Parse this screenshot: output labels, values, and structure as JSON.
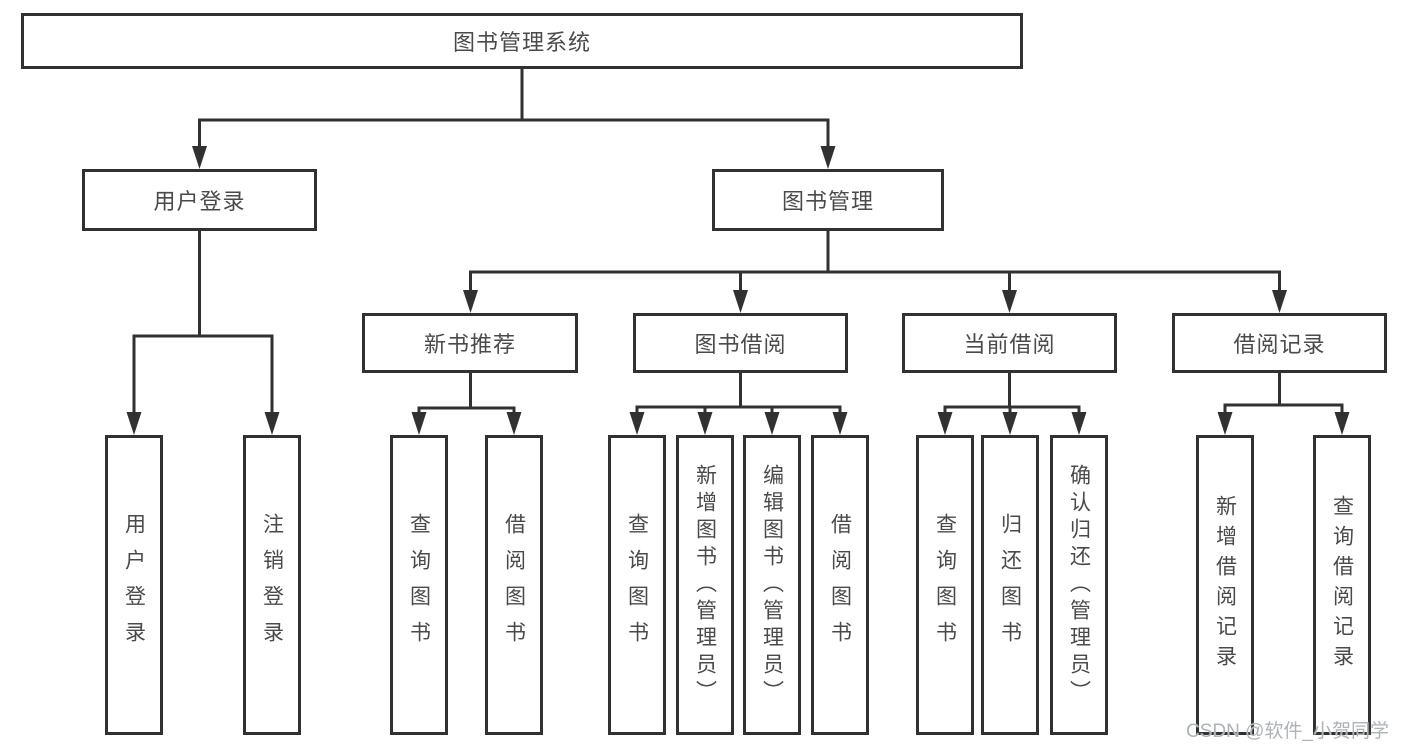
{
  "diagram": {
    "root": {
      "label": "图书管理系统"
    },
    "level2": [
      {
        "id": "user-login",
        "label": "用户登录"
      },
      {
        "id": "book-management",
        "label": "图书管理"
      }
    ],
    "level3": [
      {
        "id": "new-book-recommend",
        "label": "新书推荐",
        "parent": "图书管理"
      },
      {
        "id": "book-borrowing",
        "label": "图书借阅",
        "parent": "图书管理"
      },
      {
        "id": "current-borrowing",
        "label": "当前借阅",
        "parent": "图书管理"
      },
      {
        "id": "borrowing-records",
        "label": "借阅记录",
        "parent": "图书管理"
      }
    ],
    "leaves": [
      {
        "label": "用户登录",
        "parent": "用户登录"
      },
      {
        "label": "注销登录",
        "parent": "用户登录"
      },
      {
        "label": "查询图书",
        "parent": "新书推荐"
      },
      {
        "label": "借阅图书",
        "parent": "新书推荐"
      },
      {
        "label": "查询图书",
        "parent": "图书借阅"
      },
      {
        "label": "新增图书（管理员）",
        "parent": "图书借阅"
      },
      {
        "label": "编辑图书（管理员）",
        "parent": "图书借阅"
      },
      {
        "label": "借阅图书",
        "parent": "图书借阅"
      },
      {
        "label": "查询图书",
        "parent": "当前借阅"
      },
      {
        "label": "归还图书",
        "parent": "当前借阅"
      },
      {
        "label": "确认归还（管理员）",
        "parent": "当前借阅"
      },
      {
        "label": "新增借阅记录",
        "parent": "借阅记录"
      },
      {
        "label": "查询借阅记录",
        "parent": "借阅记录"
      }
    ],
    "watermark": "CSDN @软件_小贺同学",
    "colors": {
      "line": "#313131",
      "text": "#4a4a4a",
      "background": "#ffffff",
      "watermark": "#aeb3b6"
    }
  }
}
